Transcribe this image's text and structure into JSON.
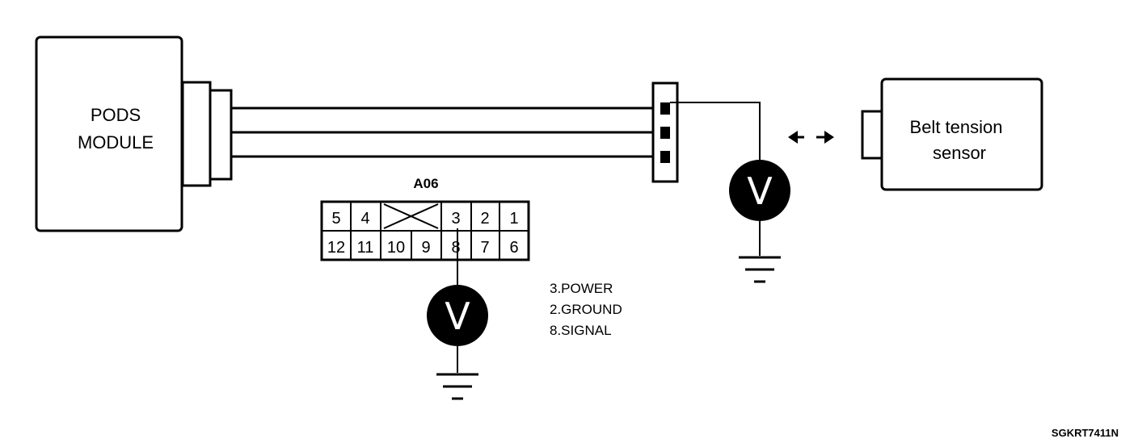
{
  "pods_module": {
    "line1": "PODS",
    "line2": "MODULE"
  },
  "sensor": {
    "line1": "Belt tension",
    "line2": "sensor"
  },
  "connector": {
    "name": "A06",
    "top_row": [
      "5",
      "4",
      "",
      "3",
      "2",
      "1"
    ],
    "bottom_row": [
      "12",
      "11",
      "10",
      "9",
      "8",
      "7",
      "6"
    ]
  },
  "meters": {
    "symbol": "V"
  },
  "legend": [
    "3.POWER",
    "2.GROUND",
    "8.SIGNAL"
  ],
  "figure_code": "SGKRT7411N"
}
